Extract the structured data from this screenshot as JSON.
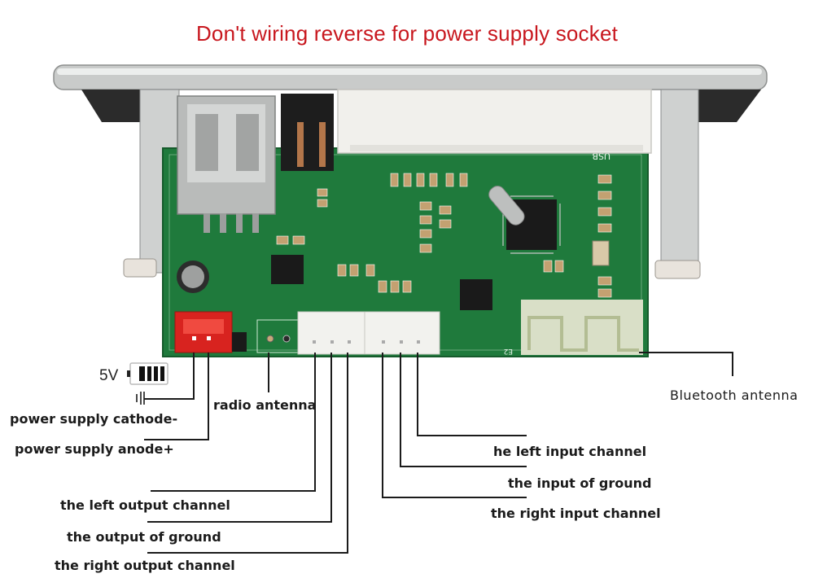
{
  "title": "Don't wiring reverse for power supply socket",
  "colors": {
    "title": "#c8171e",
    "pcb": "#1f7a3c",
    "power_socket": "#d8231f",
    "connector": "#f2f2ee",
    "metal": "#bfc1c0",
    "leader_line": "#1b1b1b"
  },
  "battery": {
    "voltage_label": "5V",
    "icon": "battery-icon",
    "ground_icon": "ground-symbol-icon"
  },
  "board_markings": {
    "usb": "USB",
    "e2": "E2"
  },
  "labels": {
    "power_cathode": "power supply cathode-",
    "power_anode": "power supply anode+",
    "radio_antenna": "radio antenna",
    "left_output": "the left output channel",
    "output_ground": "the output of ground",
    "right_output": "the right output channel",
    "left_input": "he left input channel",
    "input_ground": "the input of ground",
    "right_input": "the right input channel",
    "bluetooth_antenna": "Bluetooth antenna"
  }
}
